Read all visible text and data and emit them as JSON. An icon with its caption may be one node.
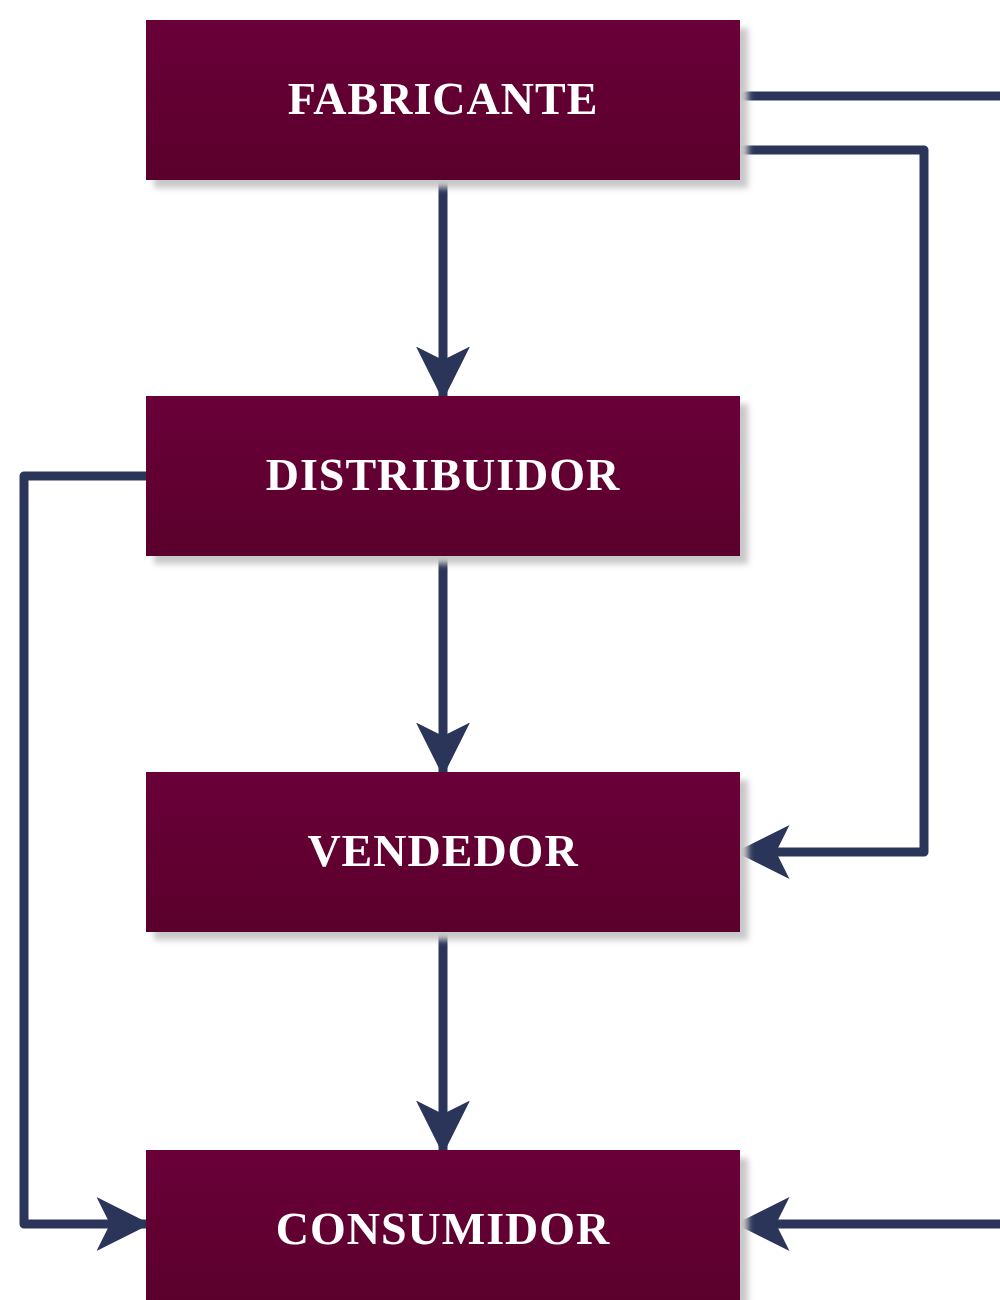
{
  "diagram": {
    "nodes": [
      {
        "text": [
          "FABRICANTE"
        ]
      },
      {
        "text": [
          "DISTRIBUIDOR"
        ]
      },
      {
        "text": [
          "VENDEDOR"
        ]
      },
      {
        "text": [
          "CONSUMIDOR"
        ]
      }
    ],
    "edges": [
      {
        "from": 0,
        "to": 1,
        "arrow": "to"
      },
      {
        "from": 1,
        "to": 2,
        "arrow": "to"
      },
      {
        "from": 2,
        "to": 3,
        "arrow": "to"
      },
      {
        "from": 0,
        "to": 2,
        "arrow": "to"
      },
      {
        "from": 1,
        "to": 3,
        "arrow": "to"
      },
      {
        "from": 0,
        "to": null,
        "arrow": "none"
      },
      {
        "from": null,
        "to": 3,
        "arrow": "to"
      }
    ]
  }
}
